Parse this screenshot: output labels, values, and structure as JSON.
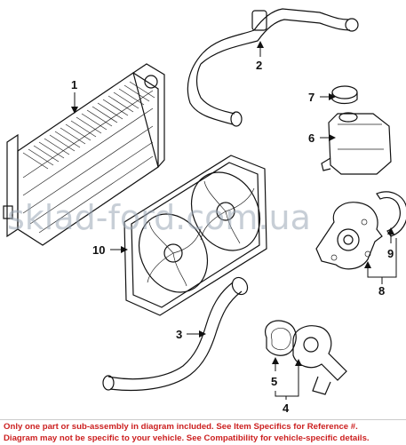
{
  "callouts": {
    "c1": "1",
    "c2": "2",
    "c3": "3",
    "c4": "4",
    "c5": "5",
    "c6": "6",
    "c7": "7",
    "c8": "8",
    "c9": "9",
    "c10": "10"
  },
  "watermark": "sklad-ford.com.ua",
  "footer": {
    "line1": "Only one part or sub-assembly in diagram included. See Item Specifics for Reference #.",
    "line2": "Diagram may not be specific to your vehicle. See Compatibility for vehicle-specific details."
  },
  "colors": {
    "ink": "#111111",
    "footer_text": "#cc1f1f",
    "watermark": "#9aa7b6"
  }
}
